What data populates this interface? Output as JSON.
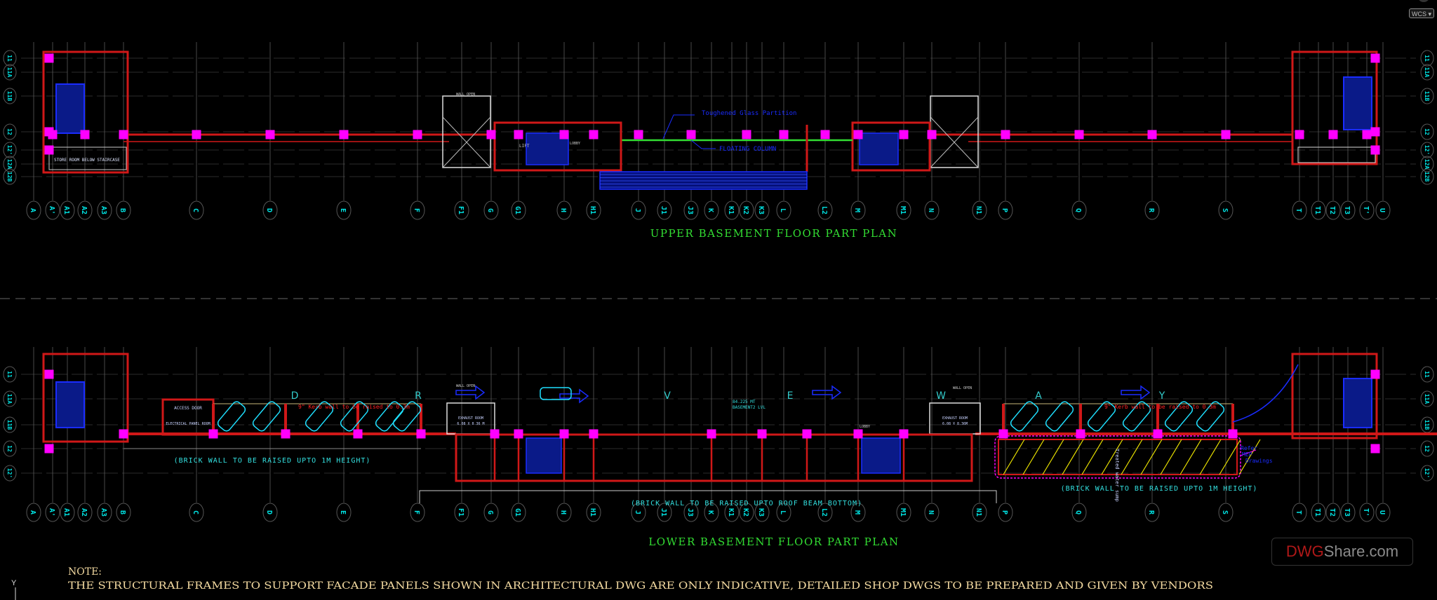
{
  "viewport": {
    "ucs_menu_label": "WCS",
    "axis_label": "Y"
  },
  "watermark": {
    "part1": "DWG",
    "part2": "Share.com"
  },
  "colors": {
    "background": "#000000",
    "wall": "#d01818",
    "column": "#ff00ff",
    "grid_bubble": "#00e5e5",
    "grid_line": "#5a5a5a",
    "title": "#33dd33",
    "note": "#f2d9a0",
    "stair": "#1a2cff",
    "hatch": "#e8e000",
    "glass": "#33dd33"
  },
  "grid": {
    "columns": [
      "A",
      "A'",
      "A1",
      "A2",
      "A3",
      "B",
      "C",
      "D",
      "E",
      "F",
      "F1",
      "G",
      "G1",
      "H",
      "H1",
      "J",
      "J1",
      "J3",
      "K",
      "K1",
      "K2",
      "K3",
      "L",
      "L2",
      "M",
      "M1",
      "N",
      "N1",
      "P",
      "Q",
      "R",
      "S",
      "T",
      "T1",
      "T2",
      "T3",
      "T'",
      "U"
    ],
    "rows_upper": [
      "11",
      "11A",
      "11B",
      "12",
      "12'",
      "12A",
      "12B"
    ],
    "rows_lower": [
      "11",
      "11A",
      "11B",
      "12",
      "12'"
    ]
  },
  "upper_plan": {
    "title": "UPPER BASEMENT FLOOR PART PLAN",
    "labels": {
      "glass_partition": "Toughened Glass Partition",
      "floating_column": "FLOATING COLUMN",
      "store_room": "STORE ROOM BELOW STAIRCASE",
      "wall_open": "WALL OPEN",
      "lift": "LIFT",
      "lobby": "LOBBY"
    }
  },
  "lower_plan": {
    "title": "LOWER BASEMENT FLOOR PART PLAN",
    "zone_letters": [
      "D",
      "R",
      "V",
      "E",
      "W",
      "A",
      "Y"
    ],
    "labels": {
      "brick_wall_left": "(BRICK WALL TO BE RAISED UPTO 1M HEIGHT)",
      "brick_wall_roof": "(BRICK WALL TO BE RAISED UPTO ROOF BEAM BOTTOM)",
      "brick_wall_right": "(BRICK WALL TO BE RAISED UPTO 1M HEIGHT)",
      "kerb_left": "9\" Kerb wall to be raised to 0.3m",
      "kerb_right": "9\" Kerb wall to be raised to 0.3m",
      "access_door": "ACCESS DOOR",
      "electrical_panel": "ELECTRICAL PANEL ROOM",
      "exhaust_left": "EXHAUST ROOM",
      "exhaust_left_size": "6.08 X 8.36 M",
      "exhaust_right": "EXHAUST ROOM",
      "exhaust_right_size": "6.08 X 8.36M",
      "wall_open_left": "WALL OPEN",
      "wall_open_right": "WALL OPEN",
      "level_mark": "84.225 MT",
      "level_name": "BASEMENT2 LVL",
      "sump": "Treated water sump",
      "refer": "Refer",
      "mep": "MEP",
      "drawings": "Drawings",
      "lobby": "LOBBY"
    }
  },
  "note": {
    "heading": "NOTE:",
    "text": "THE STRUCTURAL FRAMES TO SUPPORT FACADE PANELS SHOWN IN ARCHITECTURAL DWG ARE ONLY INDICATIVE, DETAILED SHOP DWGS TO BE PREPARED AND GIVEN BY VENDORS"
  }
}
